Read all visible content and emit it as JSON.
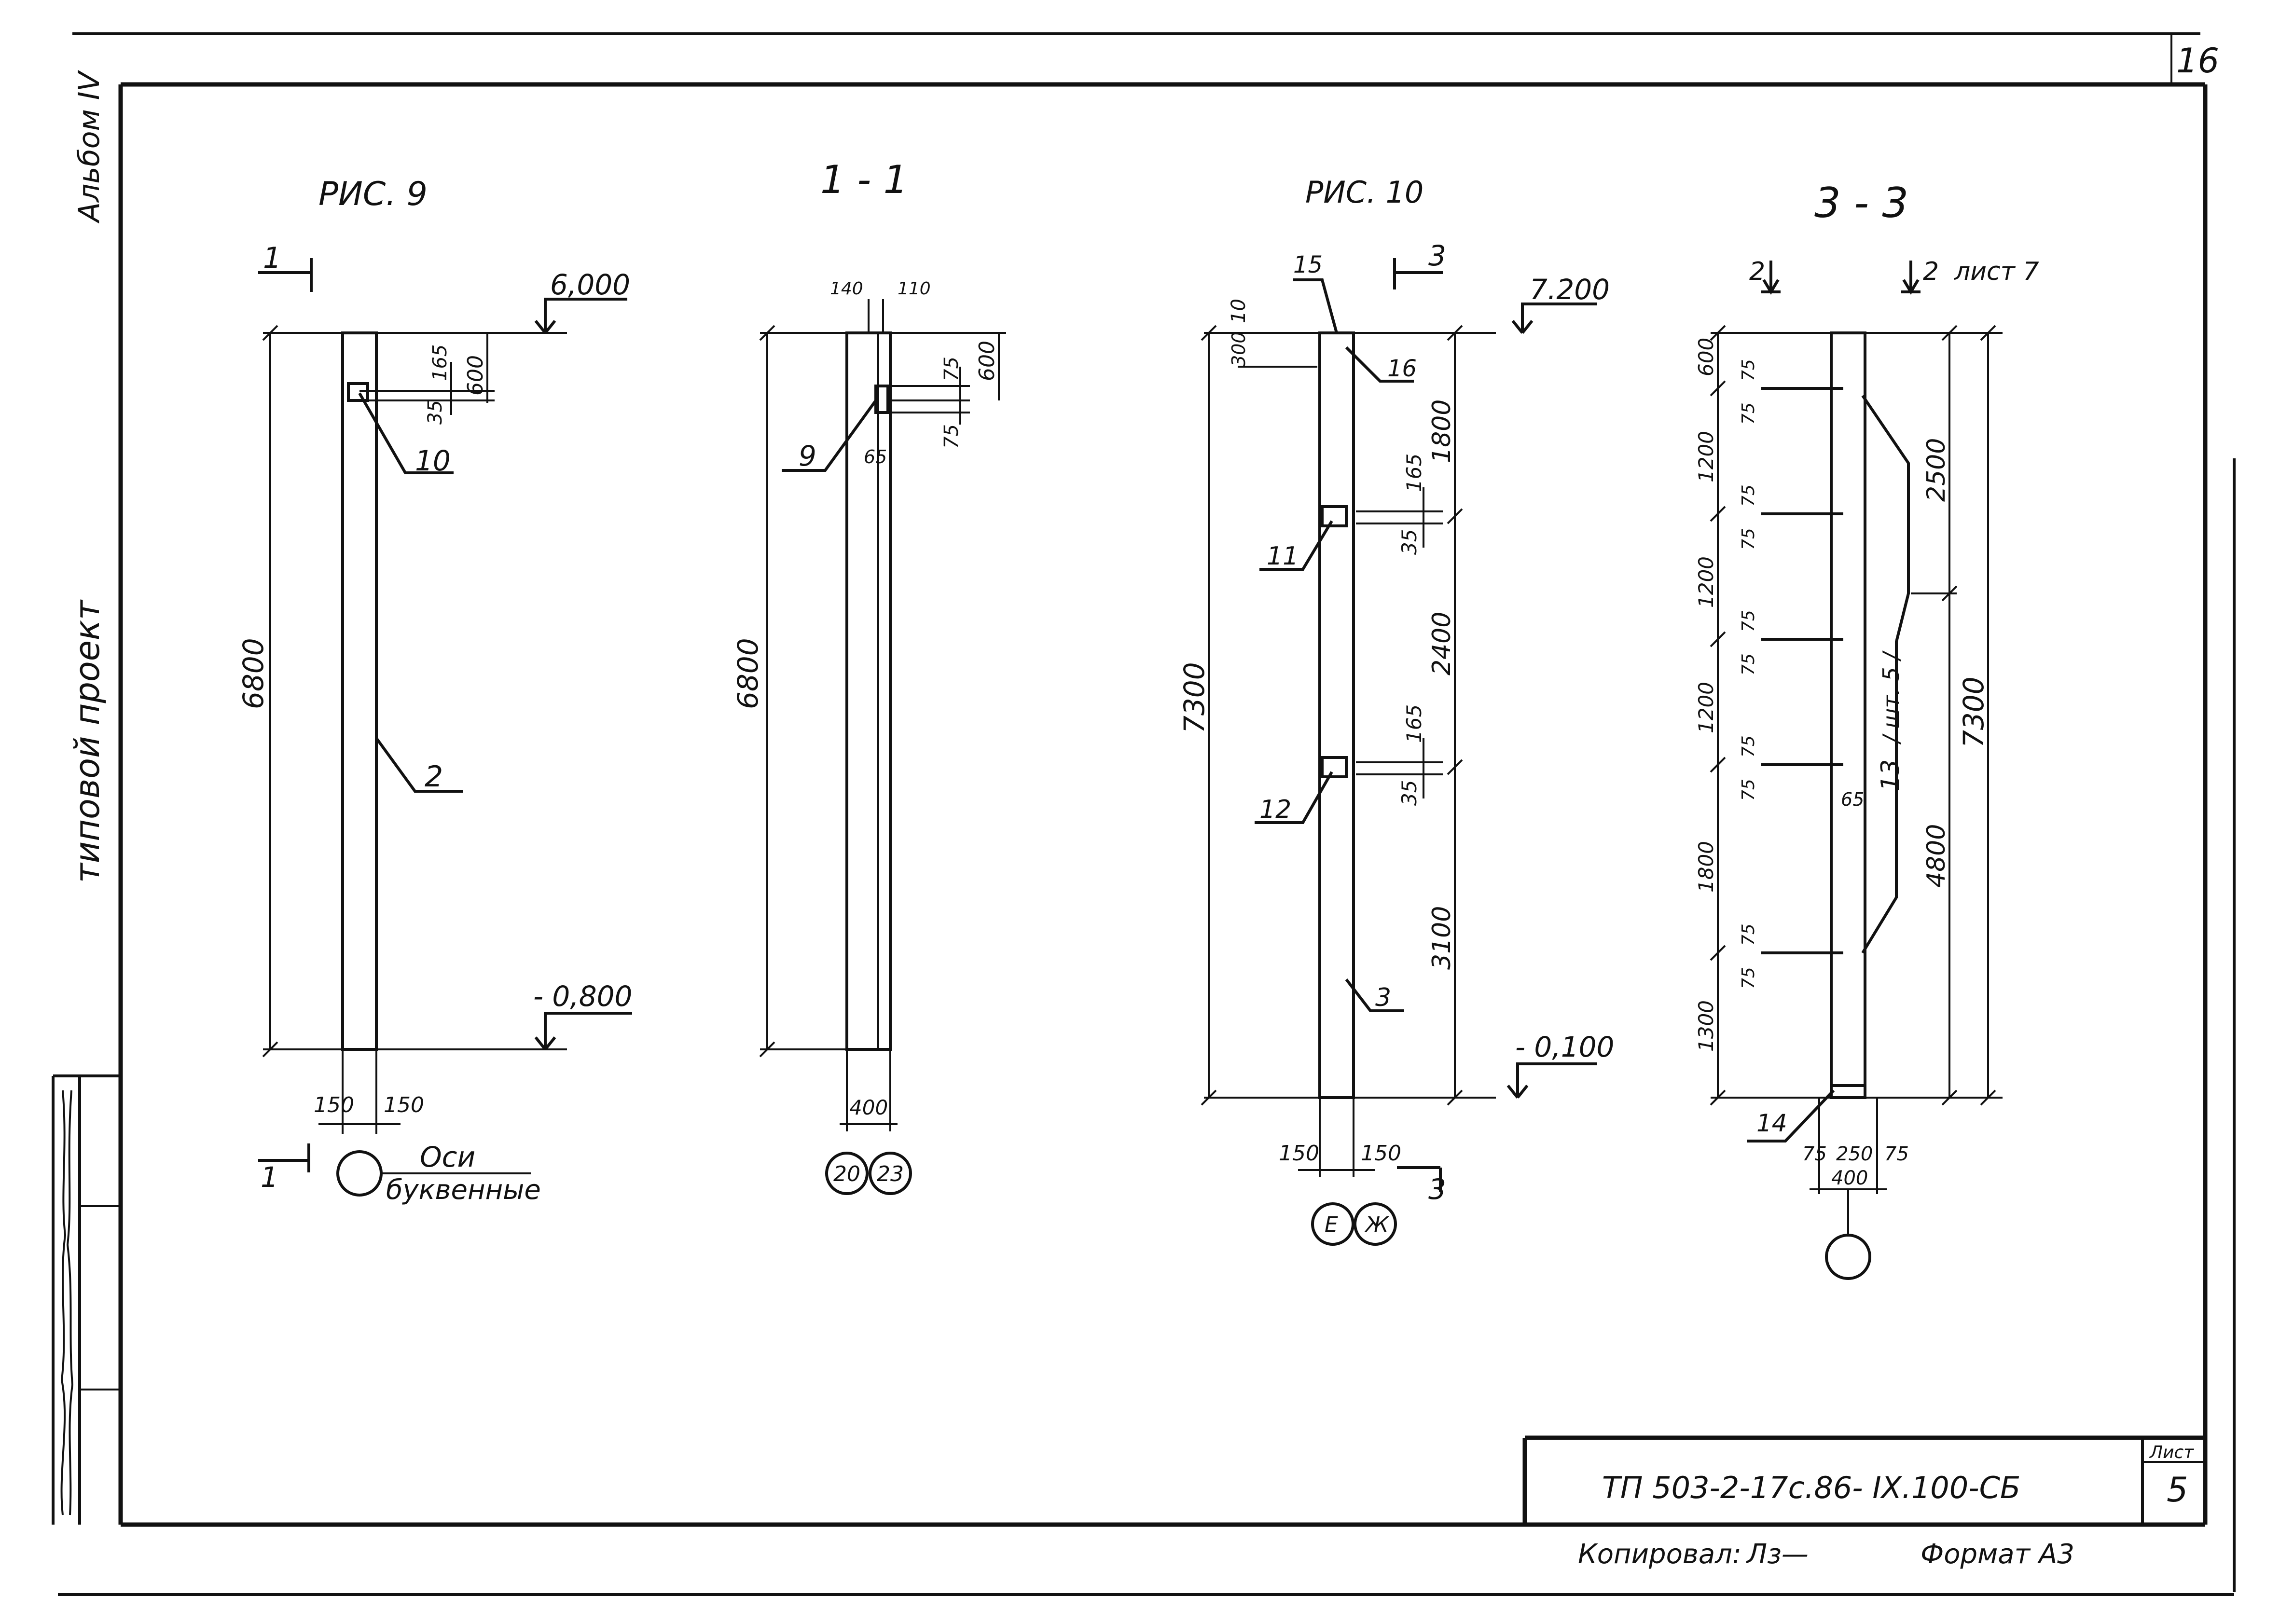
{
  "sheet_number": "16",
  "margin": {
    "album": "Альбом IV",
    "project": "типовой проект"
  },
  "views": {
    "fig9": {
      "title": "РИС. 9",
      "section_mark": "1",
      "level_top": "6,000",
      "level_bottom": "- 0,800",
      "dim_height": "6800",
      "dim_165": "165",
      "dim_600": "600",
      "dim_35": "35",
      "dim_150_left": "150",
      "dim_150_right": "150",
      "pos_10": "10",
      "pos_2": "2",
      "axis_label_1": "Оси",
      "axis_label_2": "буквенные"
    },
    "sec11": {
      "title": "1 - 1",
      "dim_140": "140",
      "dim_110": "110",
      "dim_75a": "75",
      "dim_75b": "75",
      "dim_600": "600",
      "dim_65": "65",
      "pos_9": "9",
      "dim_height": "6800",
      "dim_400": "400",
      "axis_a": "20",
      "axis_b": "23"
    },
    "fig10": {
      "title": "РИС. 10",
      "section_mark": "3",
      "level_top": "7.200",
      "level_bottom": "- 0,100",
      "dim_10": "10",
      "dim_300": "300",
      "dim_height": "7300",
      "dim_1800": "1800",
      "dim_2400": "2400",
      "dim_3100": "3100",
      "dim_165a": "165",
      "dim_35a": "35",
      "dim_165b": "165",
      "dim_35b": "35",
      "pos_15": "15",
      "pos_16": "16",
      "pos_11": "11",
      "pos_12": "12",
      "pos_3": "3",
      "dim_150_left": "150",
      "dim_150_right": "150",
      "axis_a": "Е",
      "axis_b": "Ж"
    },
    "sec33": {
      "title": "3 - 3",
      "mark_2": "2",
      "sheet_ref": "лист 7",
      "dims_left": [
        "600",
        "1200",
        "1200",
        "1200",
        "1800",
        "1300"
      ],
      "dims_75": [
        "75",
        "75",
        "75",
        "75",
        "75",
        "75",
        "75",
        "75",
        "75",
        "75"
      ],
      "dim_2500": "2500",
      "dim_4800": "4800",
      "dim_7300": "7300",
      "dim_65": "65",
      "pos_13": "13",
      "pos_13_note": "/ шт. 5 /",
      "pos_14": "14",
      "dim_75l": "75",
      "dim_250": "250",
      "dim_75r": "75",
      "dim_400": "400"
    }
  },
  "title_block": {
    "code": "ТП    503-2-17с.86-  IX.100-СБ",
    "sheet_label": "Лист",
    "sheet_value": "5"
  },
  "footer": {
    "copied": "Копировал:",
    "copied_sign": "Лз—",
    "format": "Формат А3"
  }
}
